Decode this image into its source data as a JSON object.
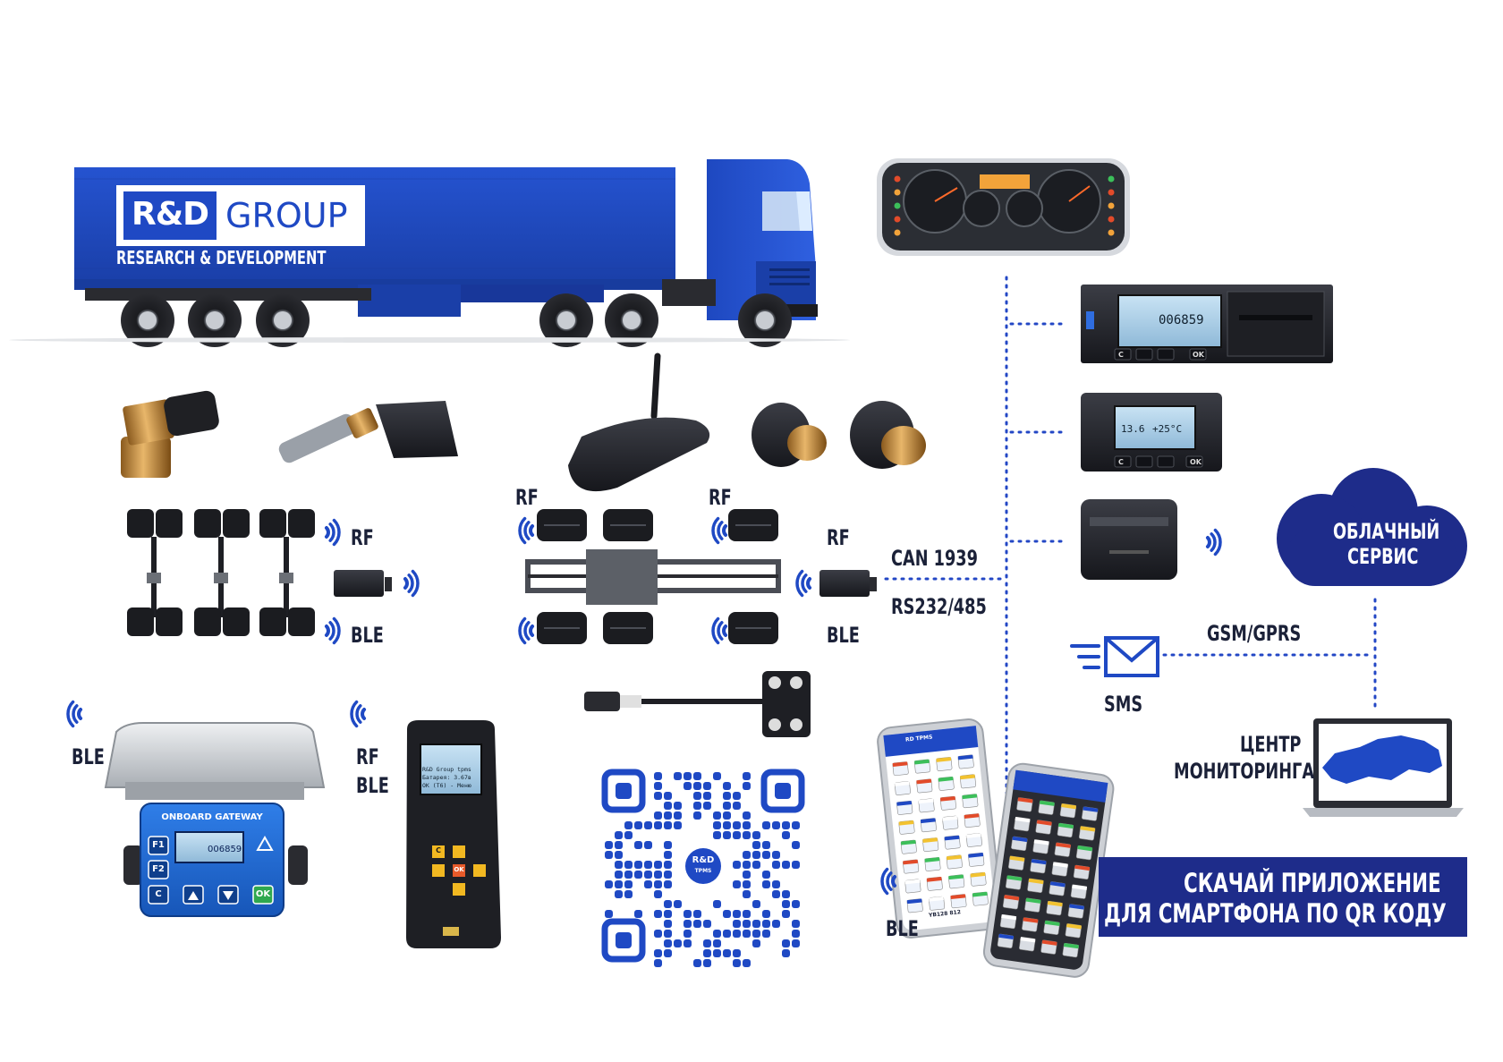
{
  "brand": {
    "logo_mark": "R&D",
    "logo_word": "GROUP",
    "tagline": "RESEARCH & DEVELOPMENT",
    "primary_color": "#1f49c4",
    "dark_color": "#1e2c8a"
  },
  "labels": {
    "rf_1": "RF",
    "ble_1": "BLE",
    "rf_2": "RF",
    "rf_3": "RF",
    "rf_4": "RF",
    "ble_2": "BLE",
    "can": "CAN 1939",
    "rs": "RS232/485",
    "gsm": "GSM/GPRS",
    "sms": "SMS",
    "ble_gateway": "BLE",
    "rf_handheld": "RF",
    "ble_handheld": "BLE",
    "ble_phone": "BLE",
    "cloud_line1": "ОБЛАЧНЫЙ",
    "cloud_line2": "СЕРВИС",
    "center_line1": "ЦЕНТР",
    "center_line2": "МОНИТОРИНГА"
  },
  "banner": {
    "line1": "СКАЧАЙ ПРИЛОЖЕНИЕ",
    "line2": "ДЛЯ СМАРТФОНА ПО QR КОДУ"
  },
  "gateway": {
    "title": "ONBOARD GATEWAY",
    "btn_f1": "F1",
    "btn_f2": "F2",
    "btn_c": "C",
    "btn_ok": "OK",
    "screen_value": "006859"
  },
  "handheld": {
    "screen_line1": "R&D Group tpms",
    "screen_line2": "Батарея: 3.67в",
    "screen_line3": "OK (T6) - Меню",
    "btn_c": "C",
    "btn_ok": "OK"
  },
  "tacho": {
    "screen_value": "006859",
    "btn_c": "C",
    "btn_ok": "OK"
  },
  "display2": {
    "screen_left": "13.6",
    "screen_right": "+25°C",
    "btn_c": "C",
    "btn_ok": "OK"
  },
  "qr": {
    "badge_top": "R&D",
    "badge_bottom": "TPMS"
  },
  "phone": {
    "app_title": "RD TPMS",
    "plate": "YB128 812"
  }
}
